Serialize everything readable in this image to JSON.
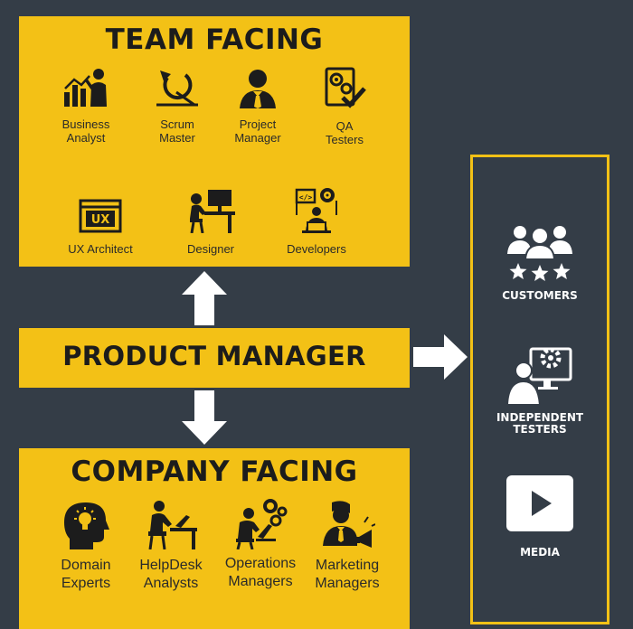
{
  "team_facing": {
    "title": "TEAM FACING",
    "roles": [
      {
        "label": "Business\nAnalyst",
        "icon": "business-analyst-icon"
      },
      {
        "label": "Scrum\nMaster",
        "icon": "scrum-cycle-icon"
      },
      {
        "label": "Project\nManager",
        "icon": "project-manager-icon"
      },
      {
        "label": "QA\nTesters",
        "icon": "qa-checklist-icon"
      },
      {
        "label": "UX Architect",
        "icon": "ux-window-icon"
      },
      {
        "label": "Designer",
        "icon": "designer-desk-icon"
      },
      {
        "label": "Developers",
        "icon": "developer-laptop-icon"
      }
    ]
  },
  "product_manager": {
    "label": "PRODUCT MANAGER"
  },
  "company_facing": {
    "title": "COMPANY FACING",
    "roles": [
      {
        "label": "Domain\nExperts",
        "icon": "idea-head-icon"
      },
      {
        "label": "HelpDesk\nAnalysts",
        "icon": "helpdesk-desk-icon"
      },
      {
        "label": "Operations\nManagers",
        "icon": "operations-gears-icon"
      },
      {
        "label": "Marketing\nManagers",
        "icon": "marketing-megaphone-icon"
      }
    ]
  },
  "external": {
    "items": [
      {
        "label": "CUSTOMERS",
        "icon": "customers-stars-icon"
      },
      {
        "label": "INDEPENDENT\nTESTERS",
        "icon": "tester-monitor-icon"
      },
      {
        "label": "MEDIA",
        "icon": "play-button-icon"
      }
    ]
  },
  "colors": {
    "background": "#343d47",
    "accent": "#f3c116",
    "text_dark": "#1c1c1c"
  }
}
